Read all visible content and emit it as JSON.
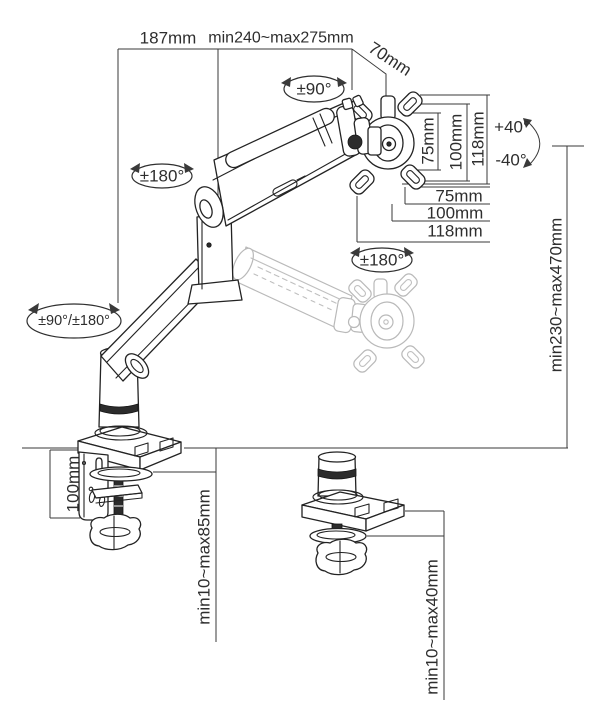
{
  "diagram": {
    "type": "monitor-desk-mount-dimension-diagram",
    "colors": {
      "line": "#232323",
      "dimension_line": "#3a3a3a",
      "ghost_line": "#b9b9b9",
      "dark_fill": "#2c2c2c",
      "background": "#ffffff"
    },
    "labels": {
      "offset_187": "187mm",
      "reach": "min240~max275mm",
      "head_offset": "70mm",
      "head_swivel": "±90°",
      "arm_rotation": "±180°",
      "vesa_rotation": "±180°",
      "base_rotation": "±90°/±180°",
      "tilt_up": "+40°",
      "tilt_down": "-40°",
      "height_range": "min230~max470mm",
      "clamp_height": "100mm",
      "clamp_range": "min10~max85mm",
      "grommet_range": "min10~max40mm",
      "vesa_vertical": [
        "75mm",
        "100mm",
        "118mm"
      ],
      "vesa_horizontal": [
        "75mm",
        "100mm",
        "118mm"
      ]
    }
  }
}
